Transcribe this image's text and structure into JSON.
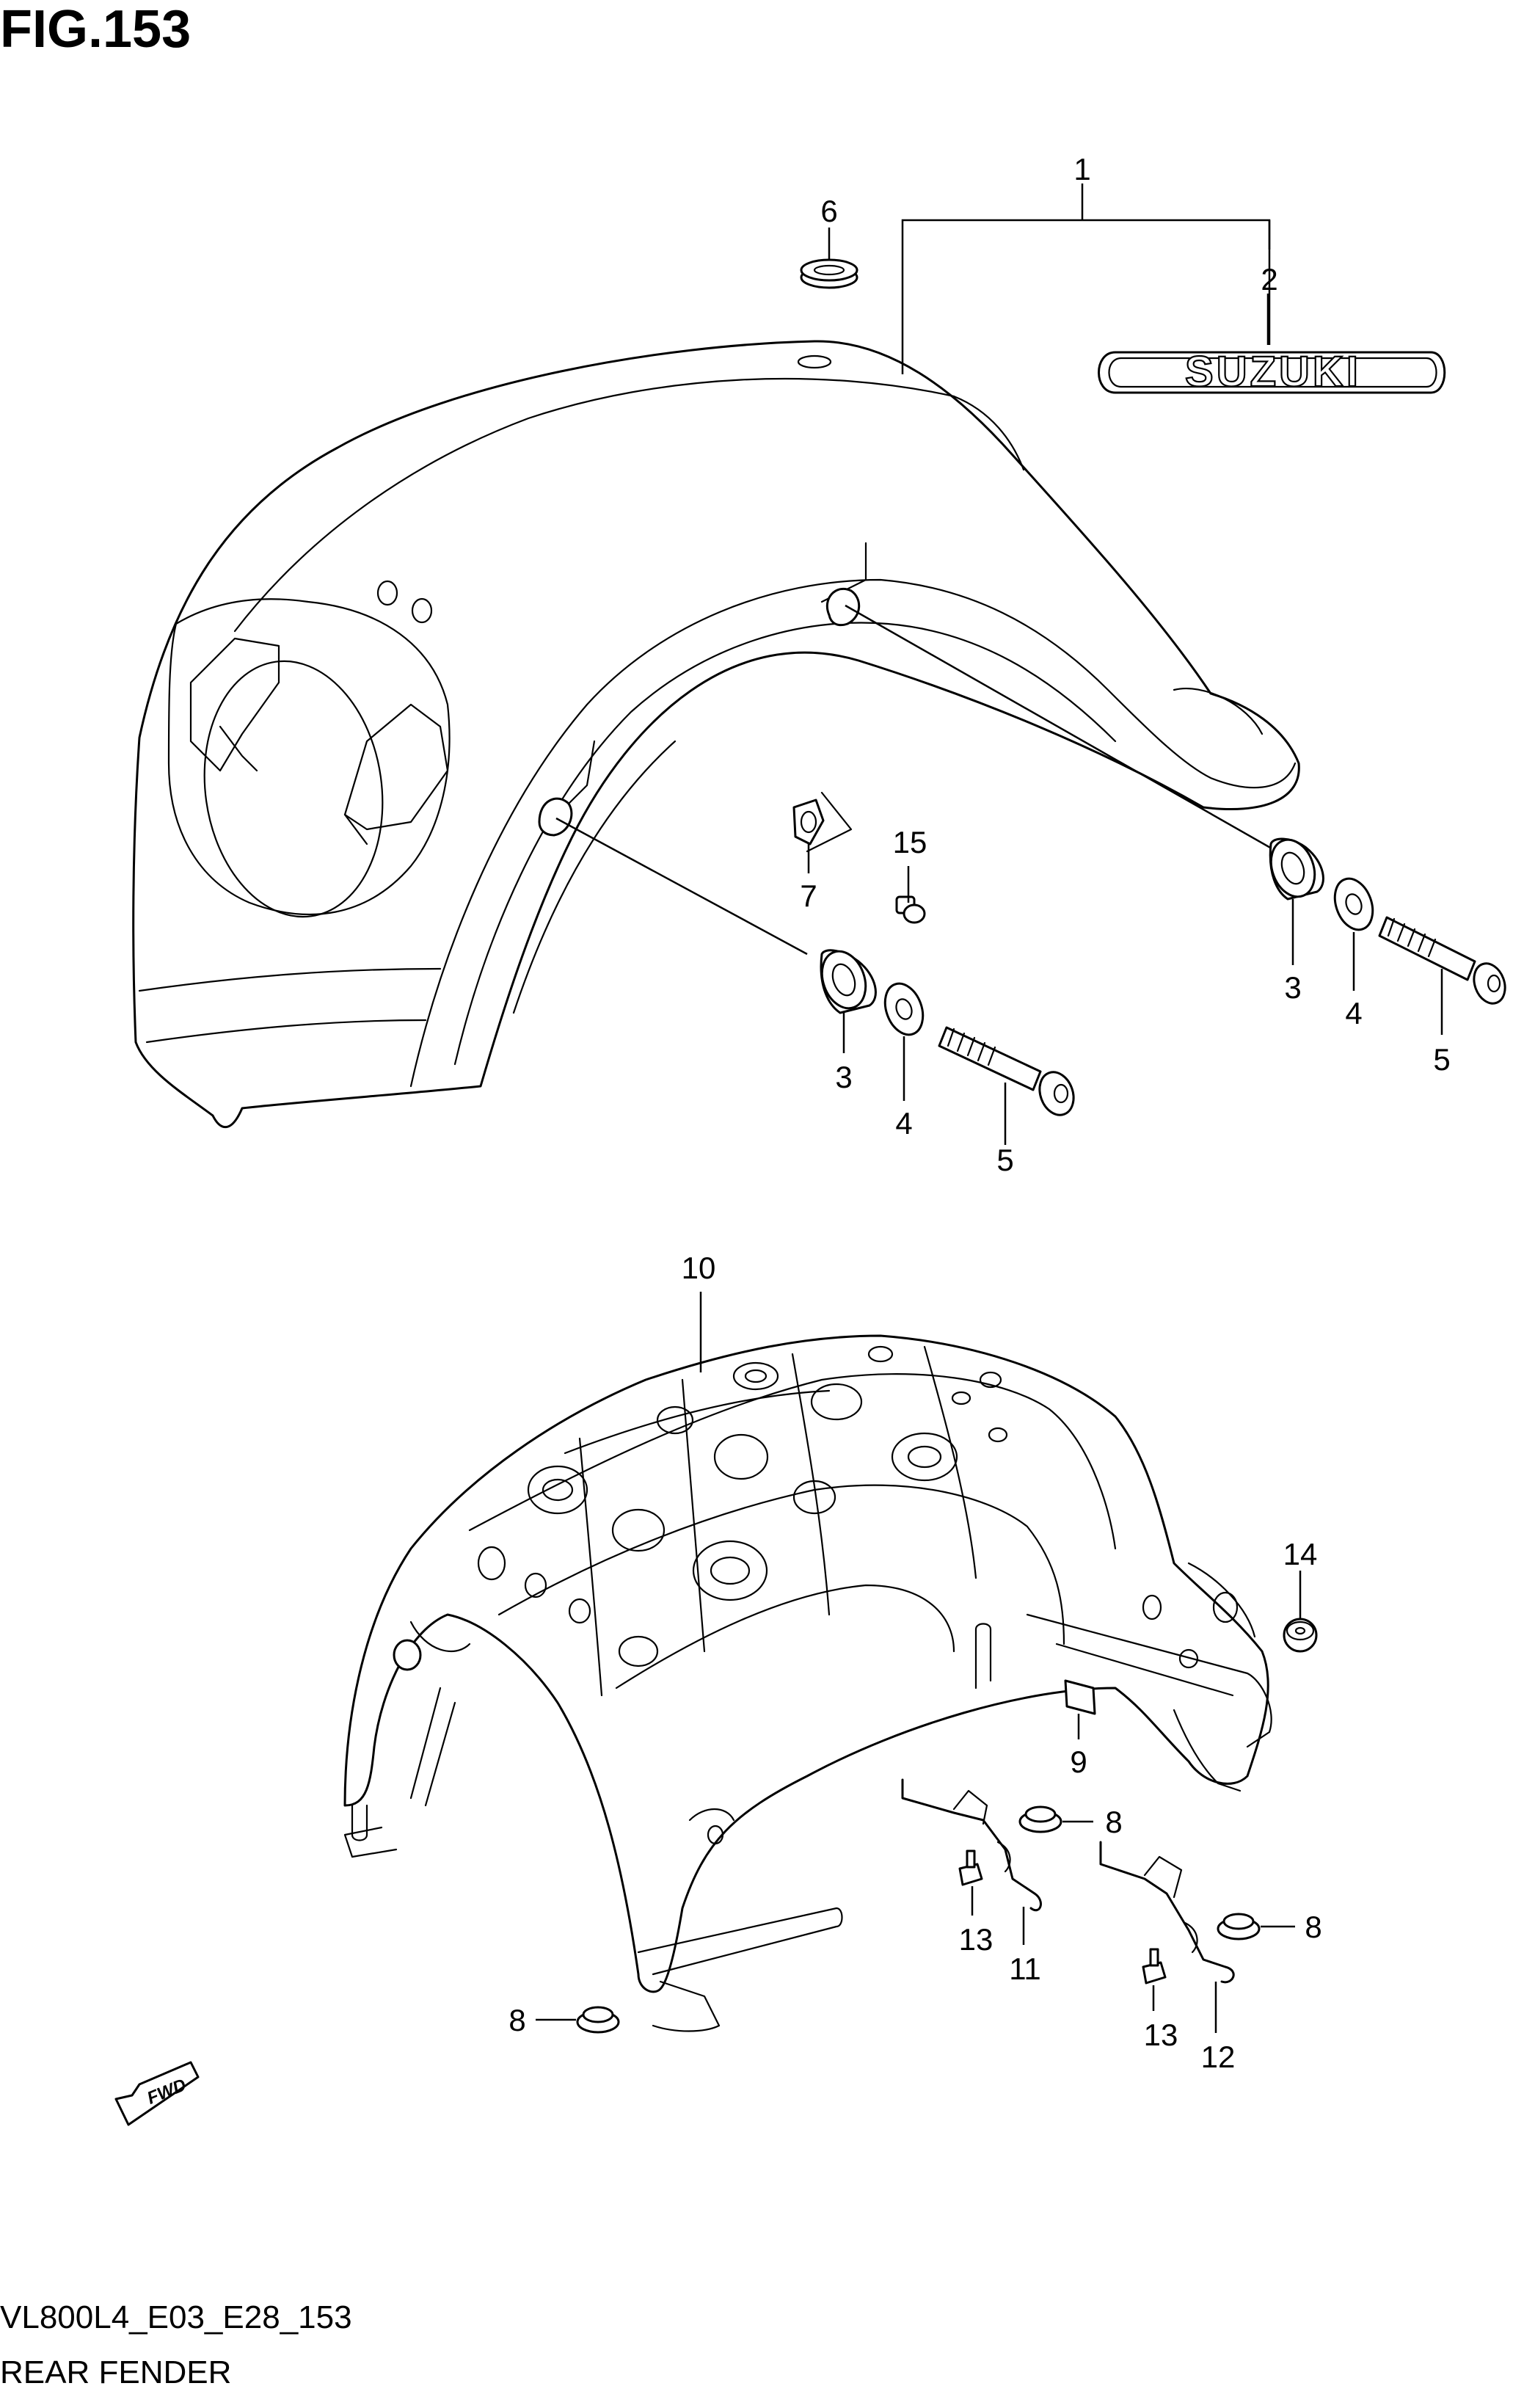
{
  "figure": {
    "title": "FIG.153",
    "model_code": "VL800L4_E03_E28_153",
    "caption": "REAR FENDER"
  },
  "emblem_text": "SUZUKI",
  "fwd_text": "FWD",
  "callouts": {
    "c1": "1",
    "c2": "2",
    "c3a": "3",
    "c3b": "3",
    "c4a": "4",
    "c4b": "4",
    "c5a": "5",
    "c5b": "5",
    "c6": "6",
    "c7": "7",
    "c8a": "8",
    "c8b": "8",
    "c8c": "8",
    "c9": "9",
    "c10": "10",
    "c11": "11",
    "c12": "12",
    "c13a": "13",
    "c13b": "13",
    "c14": "14",
    "c15": "15"
  }
}
